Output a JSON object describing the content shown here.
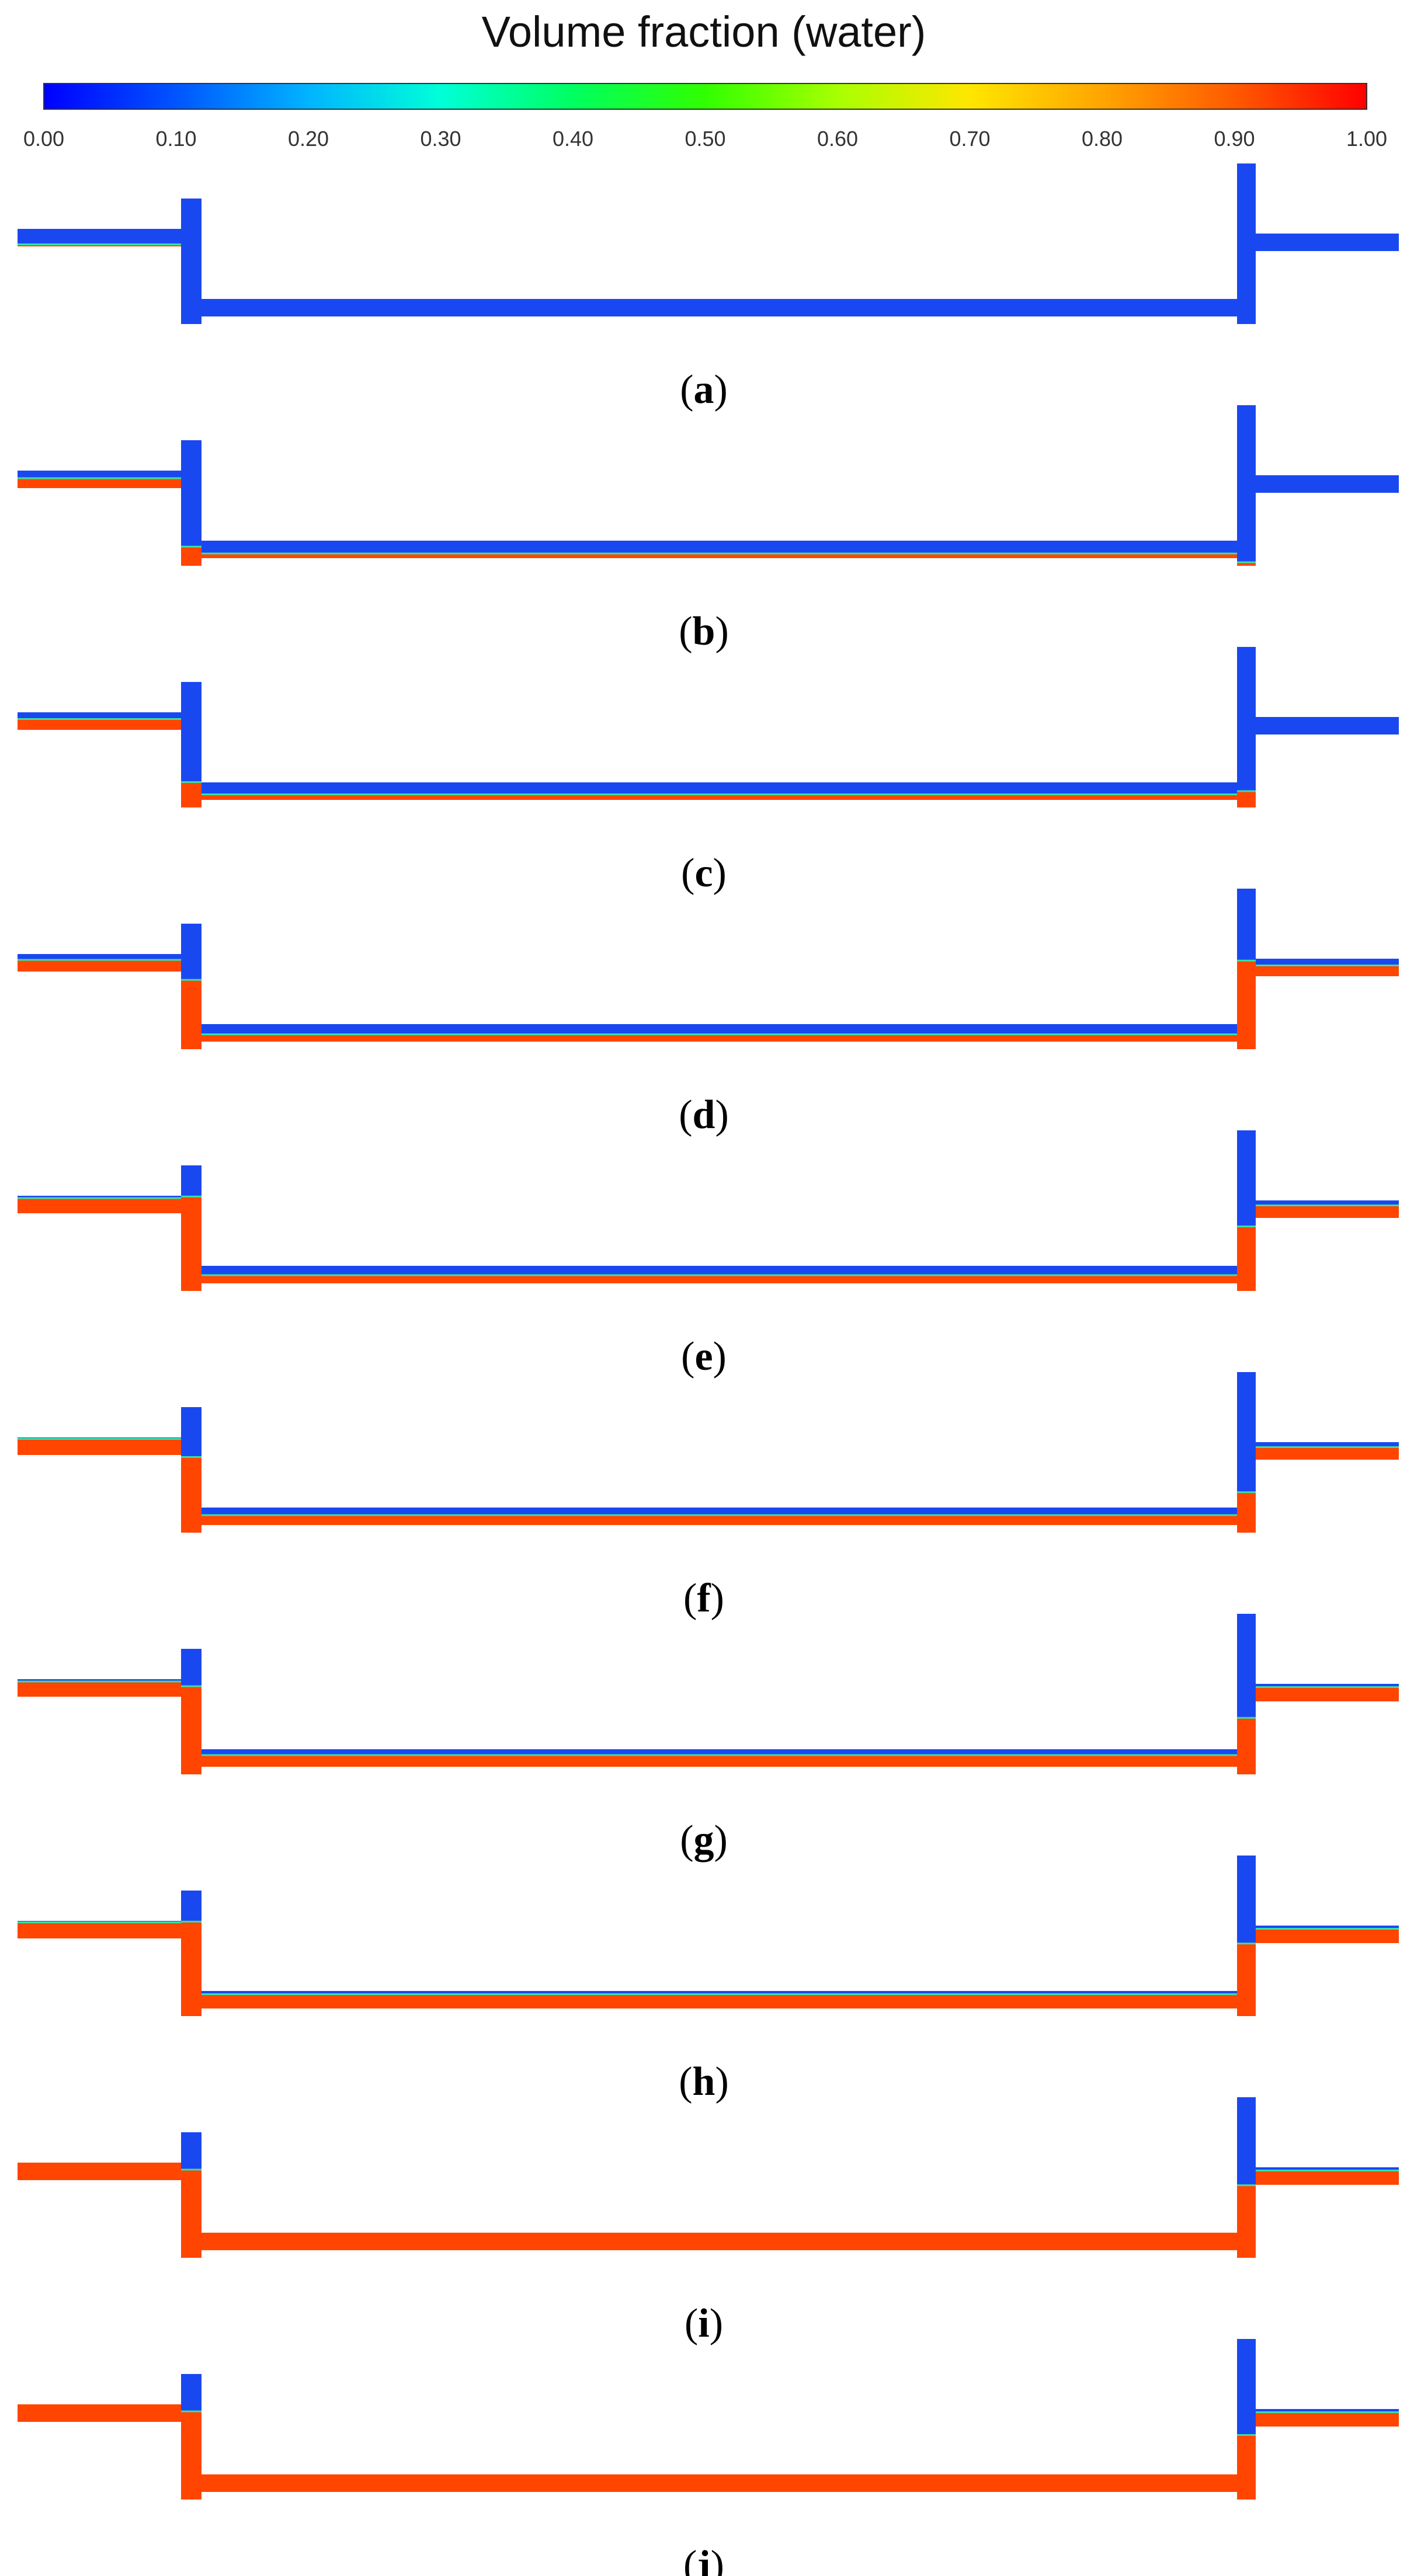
{
  "figure": {
    "colorbar": {
      "title": "Volume fraction (water)",
      "ticks": [
        "0.00",
        "0.10",
        "0.20",
        "0.30",
        "0.40",
        "0.50",
        "0.60",
        "0.70",
        "0.80",
        "0.90",
        "1.00"
      ],
      "colormap": [
        "#0000ff",
        "#0055ff",
        "#00b4ff",
        "#00ffd8",
        "#00ff60",
        "#30ff00",
        "#a8ff00",
        "#ffe600",
        "#ffa500",
        "#ff5a00",
        "#ff0000"
      ]
    },
    "colors": {
      "air": "#1a48f0",
      "water": "#ff4500",
      "interface": "#39e0a0"
    },
    "panels": [
      {
        "letter": "a",
        "pipe_fill": 0.0,
        "inlet_fill": 0.1,
        "outlet_fill": 0.0,
        "left_shaft_fill": 0.0,
        "right_shaft_fill": 0.0
      },
      {
        "letter": "b",
        "pipe_fill": 0.25,
        "inlet_fill": 0.55,
        "outlet_fill": 0.0,
        "left_shaft_fill": 0.15,
        "right_shaft_fill": 0.02
      },
      {
        "letter": "c",
        "pipe_fill": 0.3,
        "inlet_fill": 0.6,
        "outlet_fill": 0.0,
        "left_shaft_fill": 0.2,
        "right_shaft_fill": 0.1
      },
      {
        "letter": "d",
        "pipe_fill": 0.4,
        "inlet_fill": 0.65,
        "outlet_fill": 0.6,
        "left_shaft_fill": 0.55,
        "right_shaft_fill": 0.55
      },
      {
        "letter": "e",
        "pipe_fill": 0.45,
        "inlet_fill": 0.85,
        "outlet_fill": 0.7,
        "left_shaft_fill": 0.75,
        "right_shaft_fill": 0.4
      },
      {
        "letter": "f",
        "pipe_fill": 0.55,
        "inlet_fill": 0.9,
        "outlet_fill": 0.7,
        "left_shaft_fill": 0.6,
        "right_shaft_fill": 0.25
      },
      {
        "letter": "g",
        "pipe_fill": 0.65,
        "inlet_fill": 0.85,
        "outlet_fill": 0.8,
        "left_shaft_fill": 0.7,
        "right_shaft_fill": 0.35
      },
      {
        "letter": "h",
        "pipe_fill": 0.8,
        "inlet_fill": 0.9,
        "outlet_fill": 0.8,
        "left_shaft_fill": 0.75,
        "right_shaft_fill": 0.45
      },
      {
        "letter": "i",
        "pipe_fill": 1.0,
        "inlet_fill": 1.0,
        "outlet_fill": 0.8,
        "left_shaft_fill": 0.7,
        "right_shaft_fill": 0.45
      },
      {
        "letter": "j",
        "pipe_fill": 1.0,
        "inlet_fill": 1.0,
        "outlet_fill": 0.8,
        "left_shaft_fill": 0.7,
        "right_shaft_fill": 0.4
      }
    ]
  }
}
